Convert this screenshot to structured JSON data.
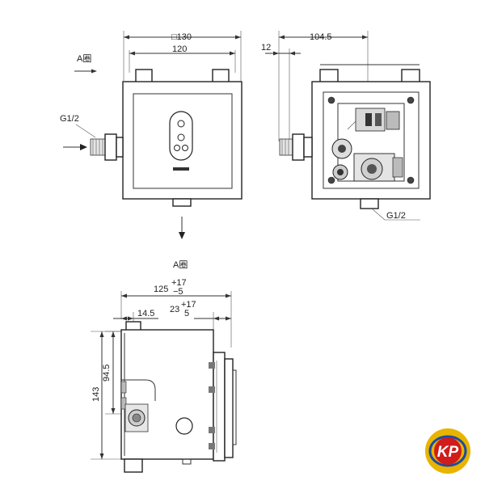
{
  "front_view": {
    "dim_outer": "□130",
    "dim_inner": "120",
    "view_label": "A圈",
    "inlet_label": "G1/2"
  },
  "side_view": {
    "dim_width": "104.5",
    "dim_offset": "12",
    "outlet_label": "G1/2"
  },
  "section_view": {
    "view_label": "A圈",
    "dim_depth": "125",
    "dim_depth_tol_plus": "+17",
    "dim_depth_tol_minus": "−5",
    "dim_left": "14.5",
    "dim_right": "23",
    "dim_right_tol_plus": "+17",
    "dim_right_tol_minus": "5",
    "dim_height": "143",
    "dim_inner_height": "94.5"
  },
  "logo": {
    "text": "KP",
    "colors": {
      "outer": "#e8b400",
      "inner": "#d01c1c",
      "ring": "#1a4ca8"
    }
  }
}
